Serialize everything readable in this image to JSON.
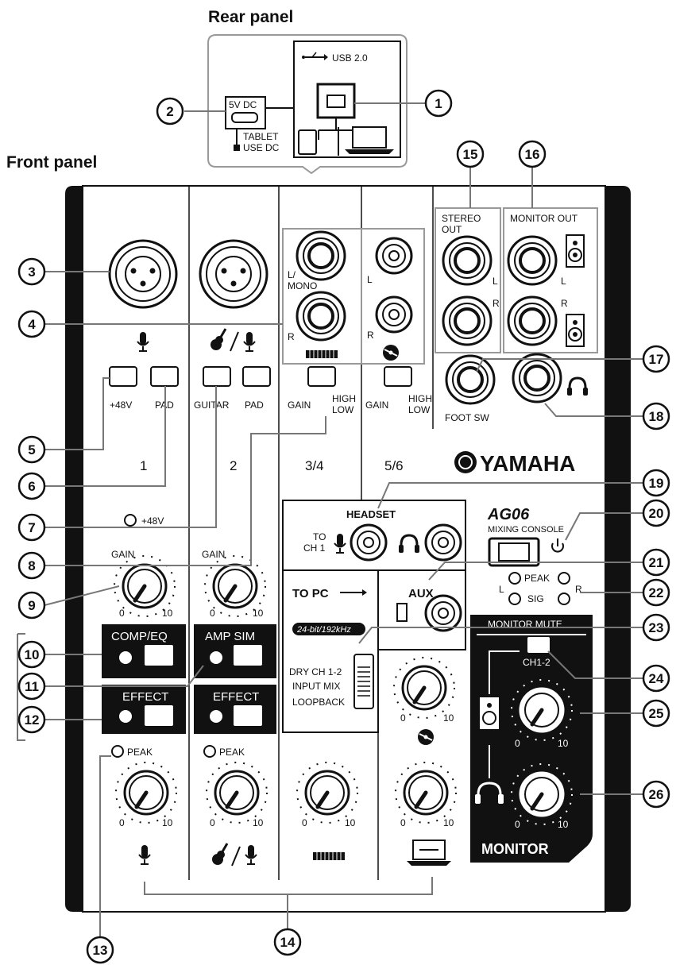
{
  "titles": {
    "rear": "Rear panel",
    "front": "Front panel"
  },
  "rear_panel": {
    "usb": "USB 2.0",
    "dc": "5V DC",
    "tablet": "TABLET",
    "usedc": "USE DC"
  },
  "channels": [
    "1",
    "2",
    "3/4",
    "5/6"
  ],
  "switch_labels": {
    "p48": "+48V",
    "pad": "PAD",
    "guitar": "GUITAR",
    "gain": "GAIN",
    "high": "HIGH",
    "low": "LOW"
  },
  "led_48v": "+48V",
  "gain_label": "GAIN",
  "peak_label": "PEAK",
  "sig_label": "SIG",
  "scale": {
    "min": "0",
    "max": "10"
  },
  "jack_labels": {
    "lmono": "L/",
    "mono": "MONO",
    "r": "R",
    "l": "L"
  },
  "outputs": {
    "stereo1": "STEREO",
    "stereo2": "OUT",
    "monitor": "MONITOR  OUT",
    "footsw": "FOOT  SW"
  },
  "brand": "YAMAHA",
  "model": {
    "name": "AG06",
    "sub": "MIXING CONSOLE"
  },
  "headset": {
    "title": "HEADSET",
    "to": "TO",
    "ch1": "CH 1"
  },
  "topc": {
    "title": "TO PC",
    "bit": "24-bit/192kHz",
    "dry": "DRY CH 1-2",
    "inputmix": "INPUT MIX",
    "loopback": "LOOPBACK"
  },
  "aux": "AUX",
  "buttons": {
    "comp": "COMP/EQ",
    "ampsim": "AMP SIM",
    "effect1": "EFFECT",
    "effect2": "EFFECT"
  },
  "monitor": {
    "mute": "MONITOR MUTE",
    "ch12": "CH1-2",
    "title": "MONITOR"
  },
  "callouts": [
    "1",
    "2",
    "3",
    "4",
    "5",
    "6",
    "7",
    "8",
    "9",
    "10",
    "11",
    "12",
    "13",
    "14",
    "15",
    "16",
    "17",
    "18",
    "19",
    "20",
    "21",
    "22",
    "23",
    "24",
    "25",
    "26"
  ]
}
